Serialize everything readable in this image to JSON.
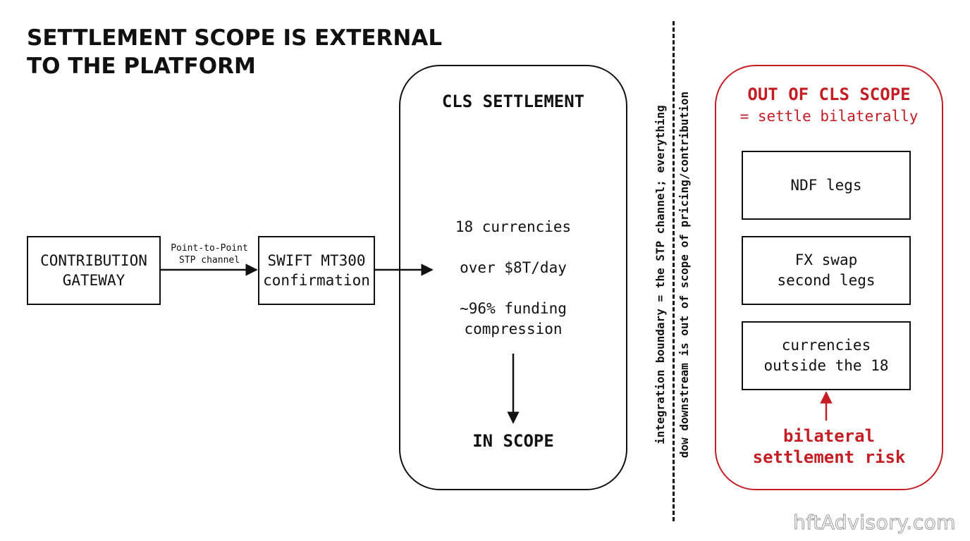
{
  "title": {
    "line1": "SETTLEMENT SCOPE IS EXTERNAL",
    "line2": "TO THE PLATFORM"
  },
  "flow": {
    "gateway": {
      "line1": "CONTRIBUTION",
      "line2": "GATEWAY"
    },
    "channel": {
      "line1": "Point-to-Point",
      "line2": "STP channel"
    },
    "swift": {
      "line1": "SWIFT MT300",
      "line2": "confirmation"
    }
  },
  "cls": {
    "title": "CLS SETTLEMENT",
    "stats": {
      "currencies": "18 currencies",
      "volume": "over $8T/day",
      "compression_line1": "~96% funding",
      "compression_line2": "compression"
    },
    "in_scope": "IN SCOPE"
  },
  "boundary": {
    "line1": "integration boundary = the STP channel; everything",
    "line2": "dow downstream is out of scope of pricing/contribution"
  },
  "out_of_scope": {
    "title": "OUT OF CLS SCOPE",
    "subtitle": "= settle bilaterally",
    "items": [
      {
        "line1": "NDF legs"
      },
      {
        "line1": "FX swap",
        "line2": "second legs"
      },
      {
        "line1": "currencies",
        "line2": "outside the 18"
      }
    ],
    "risk_line1": "bilateral",
    "risk_line2": "settlement risk"
  },
  "colors": {
    "ink": "#111111",
    "accent_red": "#c41e24",
    "background": "#ffffff"
  },
  "watermark": "hftAdvisory.com"
}
